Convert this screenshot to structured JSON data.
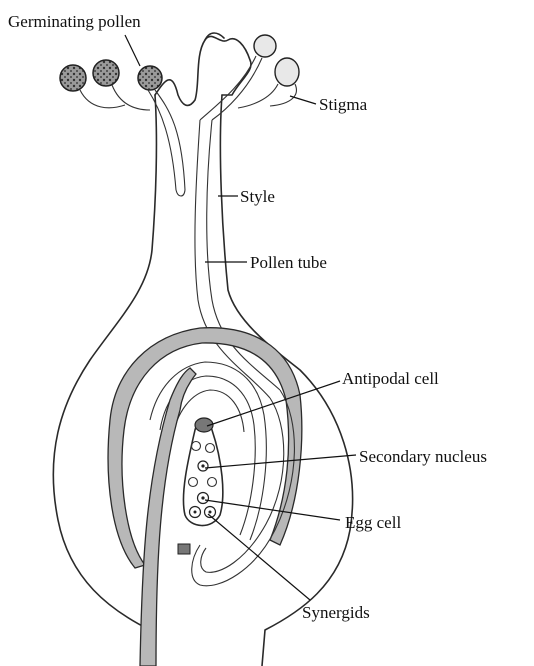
{
  "labels": {
    "germinating_pollen": "Germinating pollen",
    "stigma": "Stigma",
    "style": "Style",
    "pollen_tube": "Pollen tube",
    "antipodal_cell": "Antipodal cell",
    "secondary_nucleus": "Secondary nucleus",
    "egg_cell": "Egg cell",
    "synergids": "Synergids"
  }
}
